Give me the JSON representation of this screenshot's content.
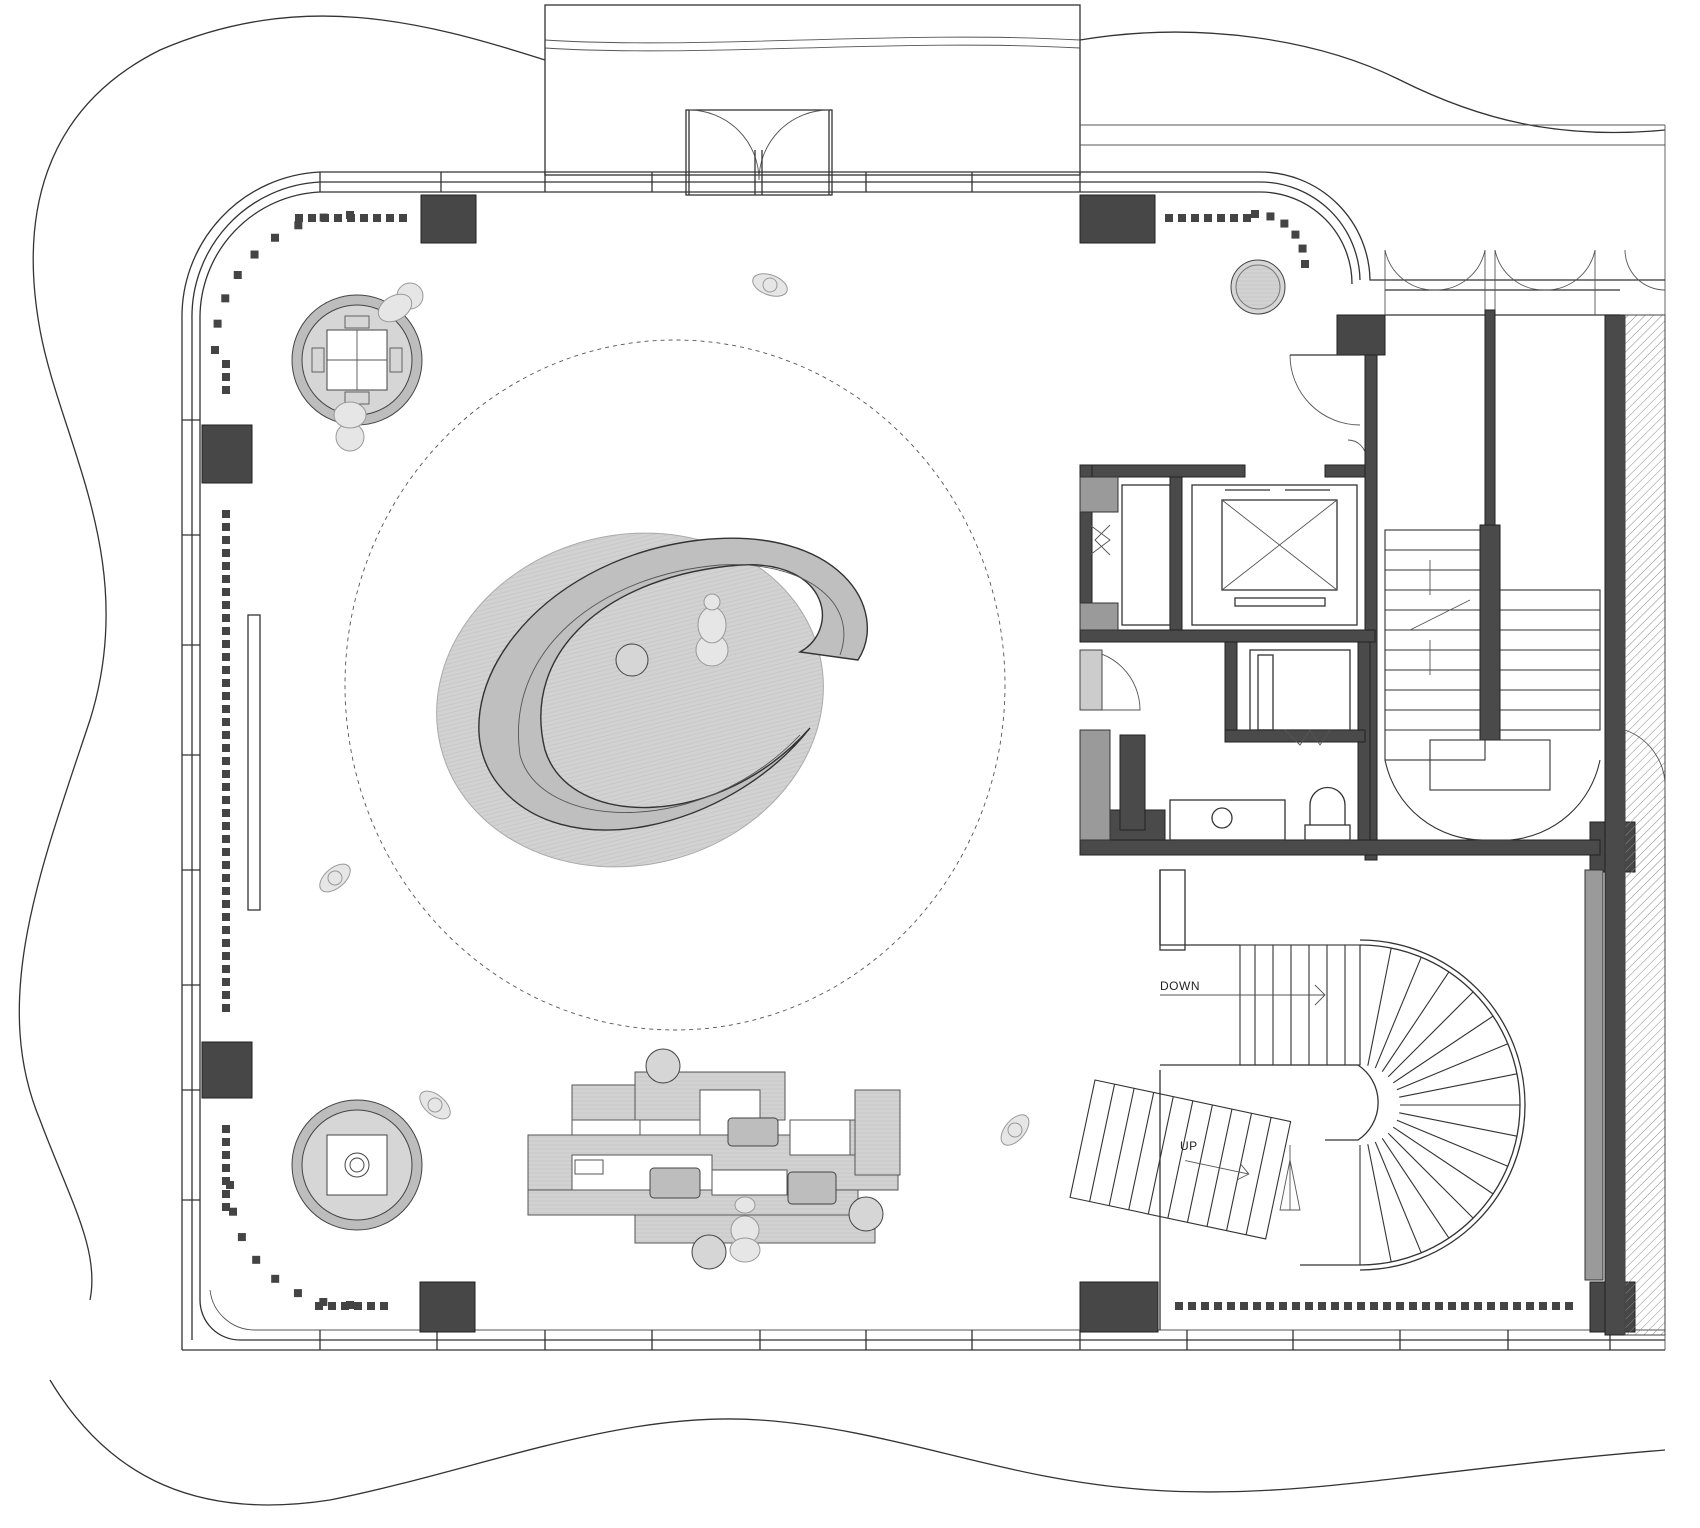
{
  "drawing": {
    "type": "architectural floor plan",
    "labels": {
      "down": "DOWN",
      "up": "UP"
    },
    "colors": {
      "column": "#474747",
      "wall": "#4a4a4a",
      "furniture_fill": "#d6d6d6",
      "rug_fill": "#d0d0d0",
      "line": "#333333",
      "background": "#ffffff"
    }
  }
}
